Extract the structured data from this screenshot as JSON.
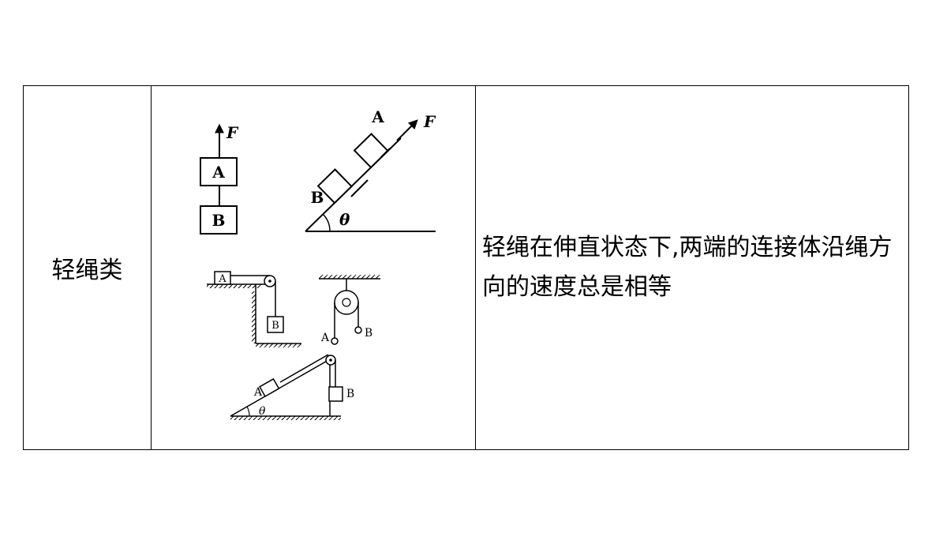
{
  "row": {
    "category": "轻绳类",
    "description": "轻绳在伸直状态下,两端的连接体沿绳方向的速度总是相等"
  },
  "figures": {
    "vertical": {
      "force": "F",
      "top_block": "A",
      "bottom_block": "B"
    },
    "incline": {
      "force": "F",
      "upper_block": "A",
      "lower_block": "B",
      "angle": "θ"
    },
    "table_pulley": {
      "table_block": "A",
      "hanging_block": "B"
    },
    "atwood": {
      "left_mass": "A",
      "right_mass": "B"
    },
    "incline_pulley": {
      "incline_block": "A",
      "hanging_block": "B",
      "angle": "θ"
    }
  }
}
